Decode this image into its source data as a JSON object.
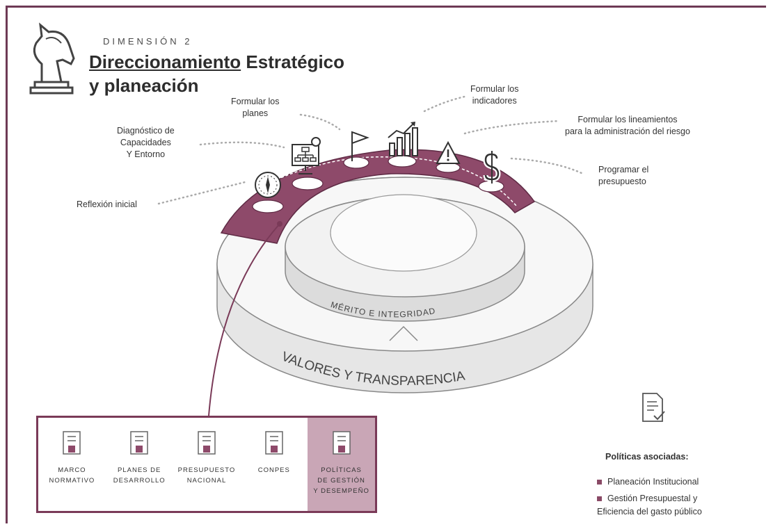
{
  "header": {
    "dimension_label": "DIMENSIÓN 2",
    "title_underlined": "Direccionamiento",
    "title_rest": "Estratégico",
    "title_line2": "y planeación"
  },
  "steps": [
    {
      "label": "Reflexión inicial",
      "icon": "compass-icon"
    },
    {
      "label": "Diagnóstico de\nCapacidades\nY Entorno",
      "icon": "org-chart-icon"
    },
    {
      "label": "Formular los\nplanes",
      "icon": "flag-icon"
    },
    {
      "label": "Formular los\nindicadores",
      "icon": "growth-chart-icon"
    },
    {
      "label": "Formular los lineamientos\npara la administración del riesgo",
      "icon": "warning-icon"
    },
    {
      "label": "Programar el\npresupuesto",
      "icon": "dollar-icon"
    }
  ],
  "rings": {
    "inner": "MÉRITO   E   INTEGRIDAD",
    "outer": "VALORES    Y    TRANSPARENCIA"
  },
  "panel": {
    "items": [
      {
        "label": "MARCO\nNORMATIVO"
      },
      {
        "label": "PLANES DE\nDESARROLLO"
      },
      {
        "label": "PRESUPUESTO\nNACIONAL"
      },
      {
        "label": "CONPES"
      },
      {
        "label": "POLÍTICAS\nDE GESTIÓN\nY DESEMPEÑO",
        "selected": true
      }
    ]
  },
  "policies": {
    "title": "Políticas asociadas:",
    "items": [
      "Planeación Institucional",
      "Gestión Presupuestal y\nEficiencia del gasto público"
    ]
  },
  "colors": {
    "accent": "#8e4a6a",
    "border": "#6e3a55",
    "selected": "#c9a6b6"
  }
}
